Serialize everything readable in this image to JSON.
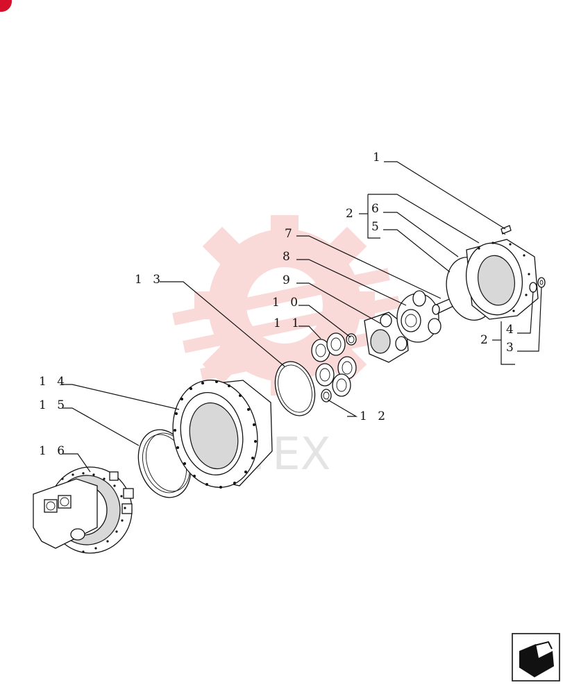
{
  "diagram": {
    "callouts": [
      {
        "id": "1",
        "label": "1"
      },
      {
        "id": "2a",
        "label": "2"
      },
      {
        "id": "6",
        "label": "6"
      },
      {
        "id": "5",
        "label": "5"
      },
      {
        "id": "7",
        "label": "7"
      },
      {
        "id": "8",
        "label": "8"
      },
      {
        "id": "9",
        "label": "9"
      },
      {
        "id": "10",
        "label": "1 0"
      },
      {
        "id": "11",
        "label": "1 1"
      },
      {
        "id": "13",
        "label": "1 3"
      },
      {
        "id": "12",
        "label": "1 2"
      },
      {
        "id": "14",
        "label": "1 4"
      },
      {
        "id": "15",
        "label": "1 5"
      },
      {
        "id": "16",
        "label": "1 6"
      },
      {
        "id": "2b",
        "label": "2"
      },
      {
        "id": "4",
        "label": "4"
      },
      {
        "id": "3",
        "label": "3"
      }
    ],
    "watermark": "HTEX",
    "colors": {
      "watermark_logo": "#e8362f",
      "line": "#111111",
      "badge": "#d6102a"
    }
  }
}
